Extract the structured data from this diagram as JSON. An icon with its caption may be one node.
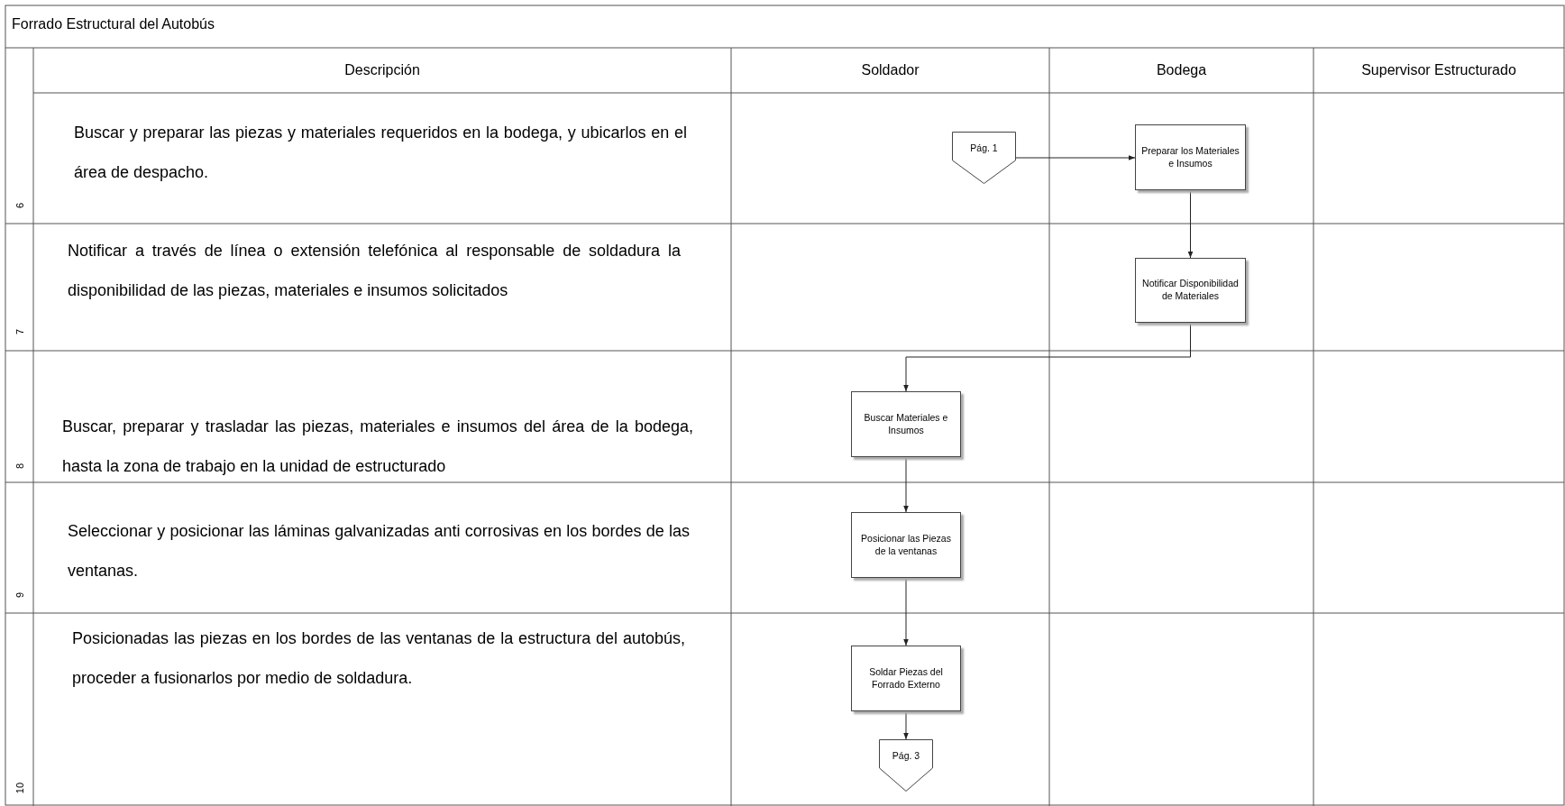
{
  "diagram": {
    "title": "Forrado Estructural del Autobús",
    "nodes": [
      {
        "text": [
          "Pág. 1"
        ]
      },
      {
        "text": [
          "Preparar los Materiales e Insumos"
        ]
      },
      {
        "text": [
          "Notificar Disponibilidad de Materiales"
        ]
      },
      {
        "text": [
          "Buscar Materiales e Insumos"
        ]
      },
      {
        "text": [
          "Posicionar las Piezas de la ventanas"
        ]
      },
      {
        "text": [
          "Soldar Piezas del Forrado Externo"
        ]
      },
      {
        "text": [
          "Pág. 3"
        ]
      }
    ],
    "edges": [
      {
        "from": 0,
        "to": 1,
        "arrow": "to"
      },
      {
        "from": 1,
        "to": 2,
        "arrow": "to"
      },
      {
        "from": 2,
        "to": 3,
        "arrow": "to"
      },
      {
        "from": 3,
        "to": 4,
        "arrow": "to"
      },
      {
        "from": 4,
        "to": 5,
        "arrow": "to"
      },
      {
        "from": 5,
        "to": 6,
        "arrow": "to"
      }
    ],
    "labels": [
      "Descripción",
      "Soldador",
      "Bodega",
      "Supervisor Estructurado",
      "Buscar y preparar las piezas y materiales requeridos en la bodega, y ubicarlos en el área de despacho.",
      "6",
      "Notificar a través de línea o extensión telefónica al responsable de soldadura la disponibilidad de las piezas, materiales e insumos solicitados",
      "7",
      "Buscar, preparar y trasladar las piezas, materiales e insumos del área de la bodega, hasta la zona de trabajo en la unidad de estructurado",
      "8",
      "Seleccionar y posicionar las láminas galvanizadas anti corrosivas en los bordes de las ventanas.",
      "9",
      "Posicionadas las piezas en los bordes de las ventanas de la estructura del autobús, proceder a fusionarlos por medio de soldadura.",
      "10"
    ]
  }
}
